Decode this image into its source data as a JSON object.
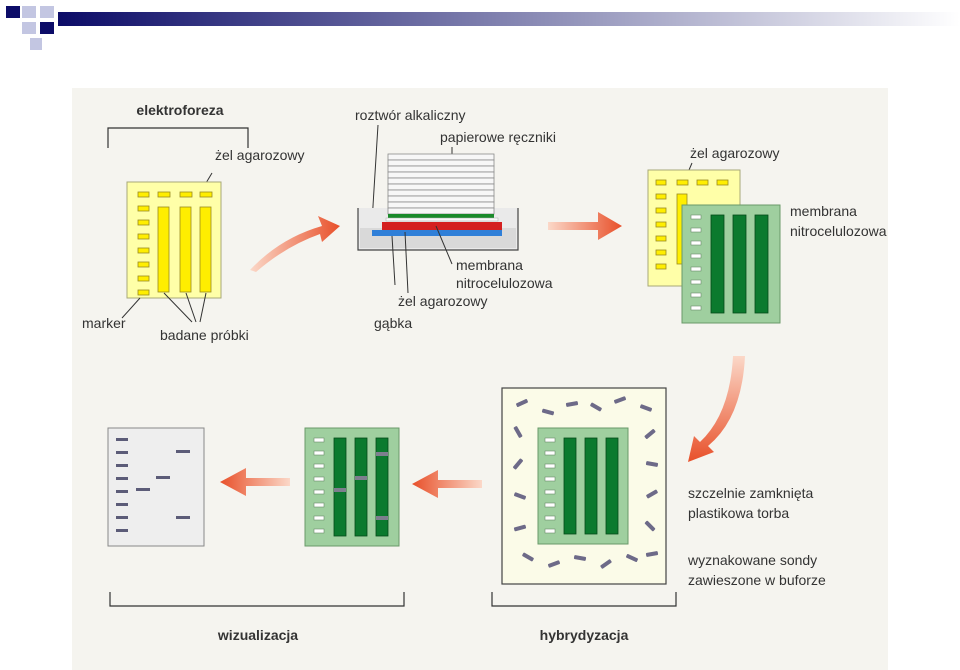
{
  "labels": {
    "elektroforeza": "elektroforeza",
    "zel_agarozowy_1": "żel agarozowy",
    "marker": "marker",
    "badane_probki": "badane próbki",
    "roztwor": "roztwór alkaliczny",
    "papierowe": "papierowe ręczniki",
    "membrana_mid_1": "membrana",
    "membrana_mid_2": "nitrocelulozowa",
    "zel_agarozowy_2": "żel agarozowy",
    "gabka": "gąbka",
    "zel_agarozowy_3": "żel agarozowy",
    "membrana_right_1": "membrana",
    "membrana_right_2": "nitrocelulozowa",
    "torba_1": "szczelnie zamknięta",
    "torba_2": "plastikowa torba",
    "sondy_1": "wyznakowane sondy",
    "sondy_2": "zawieszone w buforze",
    "wizualizacja": "wizualizacja",
    "hybrydyzacja": "hybrydyzacja"
  },
  "colors": {
    "panel_bg": "#f5f4ef",
    "gel_fill": "#ffffa8",
    "gel_lane": "#ffee00",
    "membrane_bg": "#9fcf9f",
    "membrane_lane": "#0b7a2e",
    "arrow": "#e8502a",
    "probe": "#6d6a88",
    "red_layer": "#d42020",
    "blue_layer": "#2f7fd8",
    "green_layer": "#1a8a2a"
  }
}
